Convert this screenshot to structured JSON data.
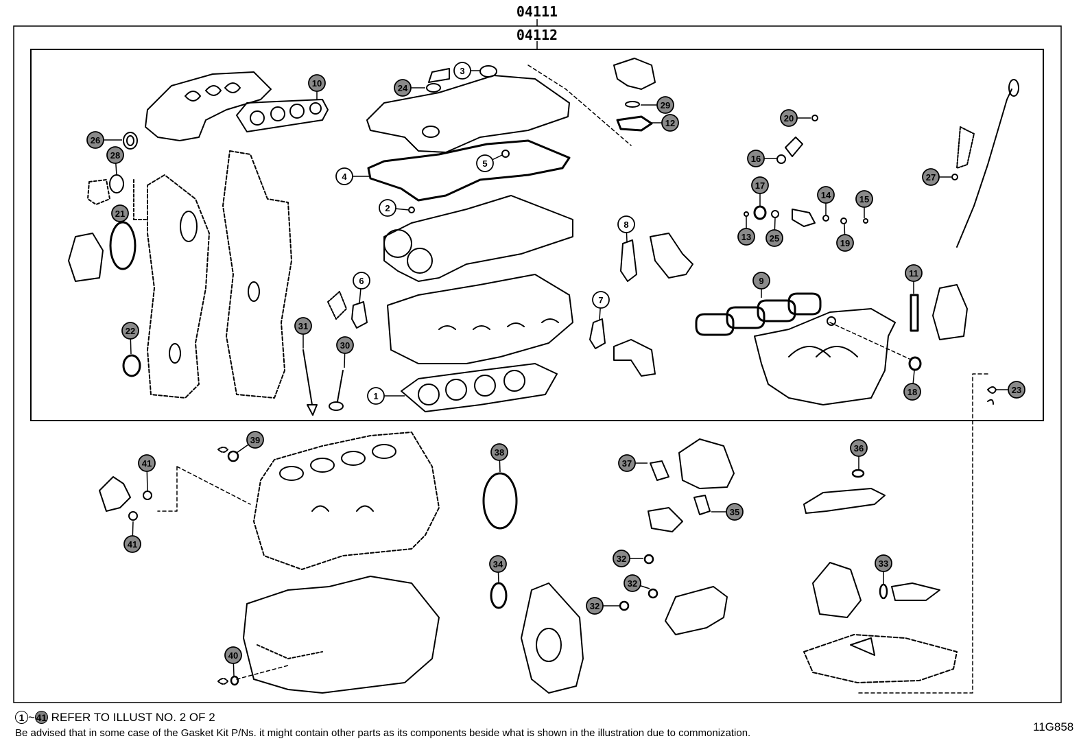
{
  "kits": {
    "outer": "04111",
    "inner": "04112"
  },
  "callouts": [
    "1",
    "2",
    "3",
    "4",
    "5",
    "6",
    "7",
    "8",
    "9",
    "10",
    "11",
    "12",
    "13",
    "14",
    "15",
    "16",
    "17",
    "18",
    "19",
    "20",
    "21",
    "22",
    "23",
    "24",
    "25",
    "26",
    "27",
    "28",
    "29",
    "30",
    "31",
    "32",
    "32",
    "32",
    "33",
    "34",
    "35",
    "36",
    "37",
    "38",
    "39",
    "40",
    "41",
    "41"
  ],
  "notes": {
    "range_start": "1",
    "range_sep": "~",
    "range_end": "41",
    "refer": "REFER TO ILLUST NO. 2 OF 2",
    "disclaimer": "Be advised that in some case of the Gasket Kit P/Ns.  it might contain other parts as its components beside what is shown in the illustration due to commonization."
  },
  "illustration_id": "11G858"
}
